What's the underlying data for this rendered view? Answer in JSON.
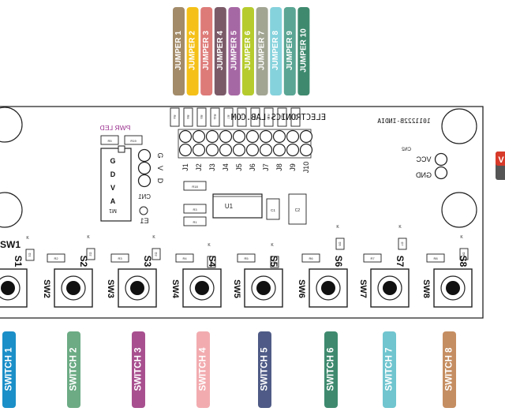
{
  "jumpers": [
    {
      "label": "JUMPER 1",
      "color": "#a38b69"
    },
    {
      "label": "JUMPER 2",
      "color": "#f5c118"
    },
    {
      "label": "JUMPER 3",
      "color": "#dd7b78"
    },
    {
      "label": "JUMPER 4",
      "color": "#7b5a68"
    },
    {
      "label": "JUMPER 5",
      "color": "#a668a4"
    },
    {
      "label": "JUMPER 6",
      "color": "#b6cc2e"
    },
    {
      "label": "JUMPER 7",
      "color": "#a2a592"
    },
    {
      "label": "JUMPER 8",
      "color": "#85d2dc"
    },
    {
      "label": "JUMPER 9",
      "color": "#5aa593"
    },
    {
      "label": "JUMPER 10",
      "color": "#3f8a6f"
    }
  ],
  "switch_tags": [
    {
      "label": "SWITCH 1",
      "color": "#1b8fc8"
    },
    {
      "label": "SWITCH 2",
      "color": "#6cab84"
    },
    {
      "label": "SWITCH 3",
      "color": "#a8508f"
    },
    {
      "label": "SWITCH 4",
      "color": "#f2acb0"
    },
    {
      "label": "SWITCH 5",
      "color": "#4f5b86"
    },
    {
      "label": "SWITCH 6",
      "color": "#3f8a6f"
    },
    {
      "label": "SWITCH 7",
      "color": "#70c5cf"
    },
    {
      "label": "SWITCH 8",
      "color": "#c58e62"
    }
  ],
  "board": {
    "brand": "ELECTRONICS-LAB.COM",
    "code": "1011222B-INDIA",
    "pwr_led": "PWR LED",
    "vcc": "VCC",
    "gnd": "GND",
    "cn2": "CN2",
    "cn1": "CN1",
    "e1": "E1",
    "u1": "U1",
    "c1": "C1",
    "c2": "C2",
    "r3": "R3",
    "r1": "R1",
    "r18": "R18",
    "r5": "R5",
    "r19": "R19",
    "cn1_pins": [
      "G",
      "V",
      "D"
    ],
    "sw1_pins": [
      "G",
      "D",
      "V",
      "A"
    ],
    "sw1_code": "M1",
    "j_labels": [
      "J1",
      "J2",
      "J3",
      "J4",
      "J5",
      "J6",
      "J7",
      "J8",
      "J9",
      "J10"
    ],
    "resistors_top": [
      "R4",
      "R6",
      "R5",
      "R11",
      "R7",
      "R12",
      "R8",
      "R13",
      "R9",
      "R14"
    ],
    "s_labels": [
      "S1",
      "S2",
      "S3",
      "S4",
      "S5",
      "S6",
      "S7",
      "S8"
    ],
    "sm_labels": [
      "SW2",
      "SW3",
      "SW4",
      "SW5",
      "SW6",
      "SW7",
      "SW8"
    ],
    "sw1_label": "SW1",
    "d_labels": [
      "D1",
      "D2",
      "D3",
      "D4",
      "D5",
      "D6",
      "D7",
      "D8",
      "D9"
    ],
    "k_mark": "K",
    "r_labels": [
      "R1",
      "R2",
      "R3",
      "R4",
      "R5",
      "R6",
      "R7",
      "R8",
      "R9"
    ]
  },
  "side_tab": {
    "label": "V",
    "color": "#d83a2a"
  }
}
